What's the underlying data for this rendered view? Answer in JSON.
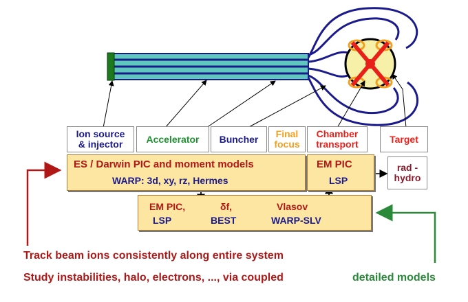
{
  "labels": {
    "ion_source": "Ion source\n& injector",
    "accelerator": "Accelerator",
    "buncher": "Buncher",
    "final_focus": "Final\nfocus",
    "chamber_transport": "Chamber\ntransport",
    "target": "Target"
  },
  "boxes": {
    "es_darwin_title": "ES / Darwin PIC and moment models",
    "warp_line": "WARP:  3d, xy, rz, Hermes",
    "em_pic_lsp_1": "EM PIC",
    "em_pic_lsp_2": "LSP",
    "rad_hydro": "rad -\nhydro",
    "em_pic_lower_1": "EM PIC,",
    "em_pic_lower_2": "LSP",
    "delta_f_1": "δf,",
    "delta_f_2": "BEST",
    "vlasov_1": "Vlasov",
    "vlasov_2": "WARP-SLV"
  },
  "bottom_text": {
    "line1": "Track beam ions consistently along entire system",
    "line2_red": "Study instabilities, halo, electrons, ..., via coupled",
    "line2_green": "detailed models"
  },
  "colors": {
    "navy": "#1a1a8c",
    "green": "#1e9030",
    "orange": "#f0a020",
    "darkred": "#b01818",
    "red": "#e8201a",
    "box_fill": "#fde6a2",
    "beam_teal": "#5fc8bc",
    "arrow_green": "#2a8a3a"
  }
}
